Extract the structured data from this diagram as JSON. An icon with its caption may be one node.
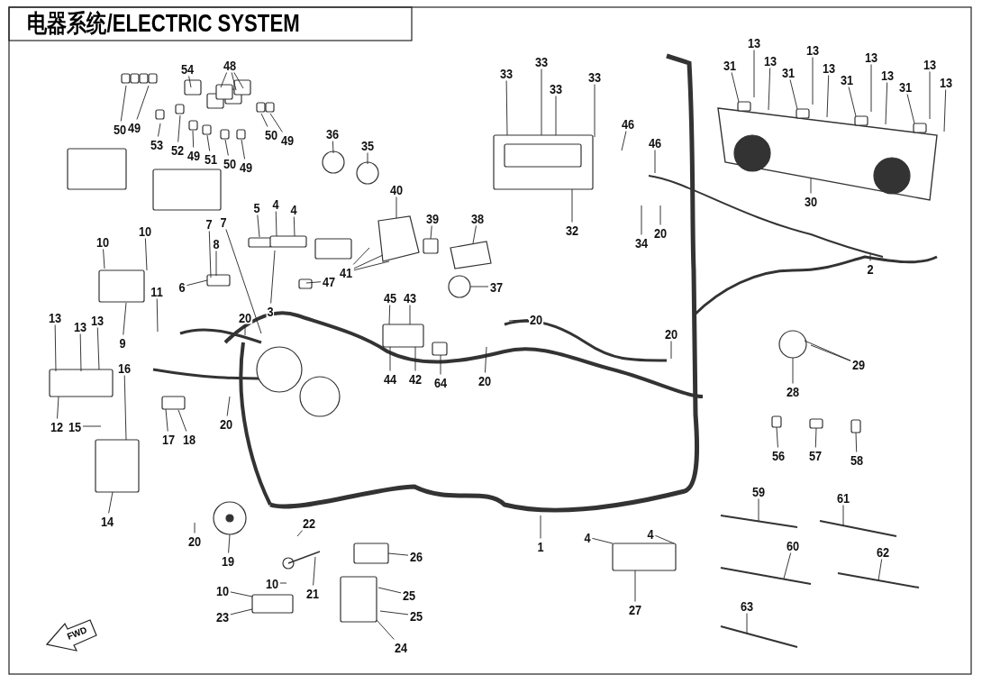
{
  "diagram": {
    "title": "电器系统/ELECTRIC SYSTEM",
    "nodes": [
      {
        "text": [
          "54"
        ]
      },
      {
        "text": [
          "48"
        ]
      },
      {
        "text": [
          "50"
        ]
      },
      {
        "text": [
          "49"
        ]
      },
      {
        "text": [
          "53"
        ]
      },
      {
        "text": [
          "52"
        ]
      },
      {
        "text": [
          "49"
        ]
      },
      {
        "text": [
          "51"
        ]
      },
      {
        "text": [
          "50"
        ]
      },
      {
        "text": [
          "49"
        ]
      },
      {
        "text": [
          "50"
        ]
      },
      {
        "text": [
          "49"
        ]
      },
      {
        "text": [
          "36"
        ]
      },
      {
        "text": [
          "35"
        ]
      },
      {
        "text": [
          "40"
        ]
      },
      {
        "text": [
          "5"
        ]
      },
      {
        "text": [
          "4"
        ]
      },
      {
        "text": [
          "4"
        ]
      },
      {
        "text": [
          "7"
        ]
      },
      {
        "text": [
          "7"
        ]
      },
      {
        "text": [
          "8"
        ]
      },
      {
        "text": [
          "6"
        ]
      },
      {
        "text": [
          "20"
        ]
      },
      {
        "text": [
          "3"
        ]
      },
      {
        "text": [
          "47"
        ]
      },
      {
        "text": [
          "10"
        ]
      },
      {
        "text": [
          "10"
        ]
      },
      {
        "text": [
          "11"
        ]
      },
      {
        "text": [
          "9"
        ]
      },
      {
        "text": [
          "13"
        ]
      },
      {
        "text": [
          "13"
        ]
      },
      {
        "text": [
          "13"
        ]
      },
      {
        "text": [
          "12"
        ]
      },
      {
        "text": [
          "15"
        ]
      },
      {
        "text": [
          "16"
        ]
      },
      {
        "text": [
          "17"
        ]
      },
      {
        "text": [
          "18"
        ]
      },
      {
        "text": [
          "20"
        ]
      },
      {
        "text": [
          "14"
        ]
      },
      {
        "text": [
          "20"
        ]
      },
      {
        "text": [
          "19"
        ]
      },
      {
        "text": [
          "22"
        ]
      },
      {
        "text": [
          "21"
        ]
      },
      {
        "text": [
          "10"
        ]
      },
      {
        "text": [
          "10"
        ]
      },
      {
        "text": [
          "23"
        ]
      },
      {
        "text": [
          "24"
        ]
      },
      {
        "text": [
          "25"
        ]
      },
      {
        "text": [
          "25"
        ]
      },
      {
        "text": [
          "26"
        ]
      },
      {
        "text": [
          "41"
        ]
      },
      {
        "text": [
          "39"
        ]
      },
      {
        "text": [
          "38"
        ]
      },
      {
        "text": [
          "37"
        ]
      },
      {
        "text": [
          "45"
        ]
      },
      {
        "text": [
          "43"
        ]
      },
      {
        "text": [
          "44"
        ]
      },
      {
        "text": [
          "42"
        ]
      },
      {
        "text": [
          "64"
        ]
      },
      {
        "text": [
          "20"
        ]
      },
      {
        "text": [
          "20"
        ]
      },
      {
        "text": [
          "33"
        ]
      },
      {
        "text": [
          "33"
        ]
      },
      {
        "text": [
          "33"
        ]
      },
      {
        "text": [
          "33"
        ]
      },
      {
        "text": [
          "32"
        ]
      },
      {
        "text": [
          "46"
        ]
      },
      {
        "text": [
          "46"
        ]
      },
      {
        "text": [
          "34"
        ]
      },
      {
        "text": [
          "20"
        ]
      },
      {
        "text": [
          "2"
        ]
      },
      {
        "text": [
          "20"
        ]
      },
      {
        "text": [
          "1"
        ]
      },
      {
        "text": [
          "4"
        ]
      },
      {
        "text": [
          "4"
        ]
      },
      {
        "text": [
          "27"
        ]
      },
      {
        "text": [
          "28"
        ]
      },
      {
        "text": [
          "29"
        ]
      },
      {
        "text": [
          "56"
        ]
      },
      {
        "text": [
          "57"
        ]
      },
      {
        "text": [
          "58"
        ]
      },
      {
        "text": [
          "59"
        ]
      },
      {
        "text": [
          "60"
        ]
      },
      {
        "text": [
          "61"
        ]
      },
      {
        "text": [
          "62"
        ]
      },
      {
        "text": [
          "63"
        ]
      },
      {
        "text": [
          "30"
        ]
      },
      {
        "text": [
          "31"
        ]
      },
      {
        "text": [
          "13"
        ]
      },
      {
        "text": [
          "13"
        ]
      },
      {
        "text": [
          "31"
        ]
      },
      {
        "text": [
          "13"
        ]
      },
      {
        "text": [
          "13"
        ]
      },
      {
        "text": [
          "31"
        ]
      },
      {
        "text": [
          "13"
        ]
      },
      {
        "text": [
          "13"
        ]
      },
      {
        "text": [
          "31"
        ]
      },
      {
        "text": [
          "13"
        ]
      },
      {
        "text": [
          "13"
        ]
      }
    ],
    "edges": [
      {
        "from": 0,
        "to": null,
        "arrow": "none"
      },
      {
        "from": 1,
        "to": null,
        "arrow": "none"
      },
      {
        "from": 1,
        "to": null,
        "arrow": "none"
      },
      {
        "from": 1,
        "to": null,
        "arrow": "none"
      },
      {
        "from": 2,
        "to": null,
        "arrow": "none"
      },
      {
        "from": 3,
        "to": null,
        "arrow": "none"
      },
      {
        "from": 4,
        "to": null,
        "arrow": "none"
      },
      {
        "from": 5,
        "to": null,
        "arrow": "none"
      },
      {
        "from": 6,
        "to": null,
        "arrow": "none"
      },
      {
        "from": 7,
        "to": null,
        "arrow": "none"
      },
      {
        "from": 8,
        "to": null,
        "arrow": "none"
      },
      {
        "from": 9,
        "to": null,
        "arrow": "none"
      },
      {
        "from": 10,
        "to": null,
        "arrow": "none"
      },
      {
        "from": 11,
        "to": null,
        "arrow": "none"
      },
      {
        "from": 12,
        "to": null,
        "arrow": "none"
      },
      {
        "from": 13,
        "to": null,
        "arrow": "none"
      },
      {
        "from": 14,
        "to": null,
        "arrow": "none"
      },
      {
        "from": 15,
        "to": null,
        "arrow": "none"
      },
      {
        "from": 16,
        "to": null,
        "arrow": "none"
      },
      {
        "from": 17,
        "to": null,
        "arrow": "none"
      },
      {
        "from": 18,
        "to": null,
        "arrow": "none"
      },
      {
        "from": 19,
        "to": null,
        "arrow": "none"
      },
      {
        "from": 20,
        "to": null,
        "arrow": "none"
      },
      {
        "from": 21,
        "to": null,
        "arrow": "none"
      },
      {
        "from": 22,
        "to": null,
        "arrow": "none"
      },
      {
        "from": 23,
        "to": null,
        "arrow": "none"
      },
      {
        "from": 24,
        "to": null,
        "arrow": "none"
      },
      {
        "from": 25,
        "to": null,
        "arrow": "none"
      },
      {
        "from": 26,
        "to": null,
        "arrow": "none"
      },
      {
        "from": 27,
        "to": null,
        "arrow": "none"
      },
      {
        "from": 28,
        "to": null,
        "arrow": "none"
      },
      {
        "from": 29,
        "to": null,
        "arrow": "none"
      },
      {
        "from": 30,
        "to": null,
        "arrow": "none"
      },
      {
        "from": 31,
        "to": null,
        "arrow": "none"
      },
      {
        "from": 32,
        "to": null,
        "arrow": "none"
      },
      {
        "from": 33,
        "to": null,
        "arrow": "none"
      },
      {
        "from": 34,
        "to": null,
        "arrow": "none"
      },
      {
        "from": 35,
        "to": null,
        "arrow": "none"
      },
      {
        "from": 36,
        "to": null,
        "arrow": "none"
      },
      {
        "from": 37,
        "to": null,
        "arrow": "none"
      },
      {
        "from": 38,
        "to": null,
        "arrow": "none"
      },
      {
        "from": 39,
        "to": null,
        "arrow": "none"
      },
      {
        "from": 40,
        "to": null,
        "arrow": "none"
      },
      {
        "from": 41,
        "to": null,
        "arrow": "none"
      },
      {
        "from": 42,
        "to": null,
        "arrow": "none"
      },
      {
        "from": 43,
        "to": null,
        "arrow": "none"
      },
      {
        "from": 44,
        "to": null,
        "arrow": "none"
      },
      {
        "from": 45,
        "to": null,
        "arrow": "none"
      },
      {
        "from": 46,
        "to": null,
        "arrow": "none"
      },
      {
        "from": 47,
        "to": null,
        "arrow": "none"
      },
      {
        "from": 48,
        "to": null,
        "arrow": "none"
      },
      {
        "from": 49,
        "to": null,
        "arrow": "none"
      },
      {
        "from": 50,
        "to": null,
        "arrow": "none"
      },
      {
        "from": 50,
        "to": null,
        "arrow": "none"
      },
      {
        "from": 50,
        "to": null,
        "arrow": "none"
      },
      {
        "from": 51,
        "to": null,
        "arrow": "none"
      },
      {
        "from": 52,
        "to": null,
        "arrow": "none"
      },
      {
        "from": 53,
        "to": null,
        "arrow": "none"
      },
      {
        "from": 54,
        "to": null,
        "arrow": "none"
      },
      {
        "from": 55,
        "to": null,
        "arrow": "none"
      },
      {
        "from": 56,
        "to": null,
        "arrow": "none"
      },
      {
        "from": 57,
        "to": null,
        "arrow": "none"
      },
      {
        "from": 58,
        "to": null,
        "arrow": "none"
      },
      {
        "from": 59,
        "to": null,
        "arrow": "none"
      },
      {
        "from": 60,
        "to": null,
        "arrow": "none"
      },
      {
        "from": 61,
        "to": null,
        "arrow": "none"
      },
      {
        "from": 62,
        "to": null,
        "arrow": "none"
      },
      {
        "from": 63,
        "to": null,
        "arrow": "none"
      },
      {
        "from": 64,
        "to": null,
        "arrow": "none"
      },
      {
        "from": 65,
        "to": null,
        "arrow": "none"
      },
      {
        "from": 66,
        "to": null,
        "arrow": "none"
      },
      {
        "from": 67,
        "to": null,
        "arrow": "none"
      },
      {
        "from": 68,
        "to": null,
        "arrow": "none"
      },
      {
        "from": 69,
        "to": null,
        "arrow": "none"
      },
      {
        "from": 70,
        "to": null,
        "arrow": "none"
      },
      {
        "from": 71,
        "to": null,
        "arrow": "none"
      },
      {
        "from": 72,
        "to": null,
        "arrow": "none"
      },
      {
        "from": 73,
        "to": null,
        "arrow": "none"
      },
      {
        "from": 74,
        "to": null,
        "arrow": "none"
      },
      {
        "from": 75,
        "to": null,
        "arrow": "none"
      },
      {
        "from": 76,
        "to": null,
        "arrow": "none"
      },
      {
        "from": 77,
        "to": null,
        "arrow": "none"
      },
      {
        "from": 77,
        "to": null,
        "arrow": "none"
      },
      {
        "from": 78,
        "to": null,
        "arrow": "none"
      },
      {
        "from": 79,
        "to": null,
        "arrow": "none"
      },
      {
        "from": 80,
        "to": null,
        "arrow": "none"
      },
      {
        "from": 81,
        "to": null,
        "arrow": "none"
      },
      {
        "from": 82,
        "to": null,
        "arrow": "none"
      },
      {
        "from": 83,
        "to": null,
        "arrow": "none"
      },
      {
        "from": 84,
        "to": null,
        "arrow": "none"
      },
      {
        "from": 85,
        "to": null,
        "arrow": "none"
      },
      {
        "from": 86,
        "to": null,
        "arrow": "none"
      },
      {
        "from": 87,
        "to": null,
        "arrow": "none"
      },
      {
        "from": 88,
        "to": null,
        "arrow": "none"
      },
      {
        "from": 89,
        "to": null,
        "arrow": "none"
      },
      {
        "from": 90,
        "to": null,
        "arrow": "none"
      },
      {
        "from": 91,
        "to": null,
        "arrow": "none"
      },
      {
        "from": 92,
        "to": null,
        "arrow": "none"
      },
      {
        "from": 93,
        "to": null,
        "arrow": "none"
      },
      {
        "from": 94,
        "to": null,
        "arrow": "none"
      },
      {
        "from": 95,
        "to": null,
        "arrow": "none"
      },
      {
        "from": 96,
        "to": null,
        "arrow": "none"
      },
      {
        "from": 97,
        "to": null,
        "arrow": "none"
      },
      {
        "from": 98,
        "to": null,
        "arrow": "none"
      }
    ],
    "labels": [
      "FWD"
    ]
  }
}
